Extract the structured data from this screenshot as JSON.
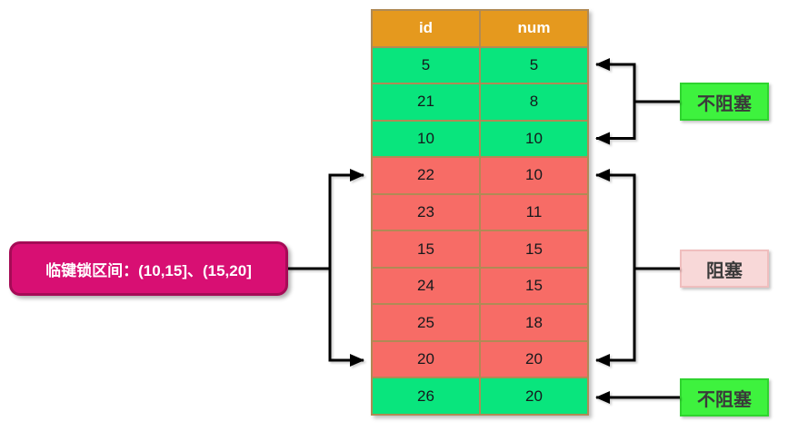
{
  "table": {
    "columns": [
      "id",
      "num"
    ],
    "rows": [
      {
        "id": "5",
        "num": "5",
        "state": "free"
      },
      {
        "id": "21",
        "num": "8",
        "state": "free"
      },
      {
        "id": "10",
        "num": "10",
        "state": "free"
      },
      {
        "id": "22",
        "num": "10",
        "state": "locked"
      },
      {
        "id": "23",
        "num": "11",
        "state": "locked"
      },
      {
        "id": "15",
        "num": "15",
        "state": "locked"
      },
      {
        "id": "24",
        "num": "15",
        "state": "locked"
      },
      {
        "id": "25",
        "num": "18",
        "state": "locked"
      },
      {
        "id": "20",
        "num": "20",
        "state": "locked"
      },
      {
        "id": "26",
        "num": "20",
        "state": "free"
      }
    ]
  },
  "annotations": {
    "lock_range_label": "临键锁区间：(10,15]、(15,20]",
    "non_blocking_top_label": "不阻塞",
    "blocking_label": "阻塞",
    "non_blocking_bottom_label": "不阻塞"
  },
  "colors": {
    "header_bg": "#e5991e",
    "row_not_blocking": "#09e57d",
    "row_blocking": "#f76c66",
    "grid_line": "#b08a55",
    "callout_not_blocking_bg": "#3ef23e",
    "callout_blocking_bg": "#f8d8d8",
    "lock_range_bg": "#d80f73",
    "lock_range_border": "#a50b56",
    "arrow": "#000000"
  }
}
